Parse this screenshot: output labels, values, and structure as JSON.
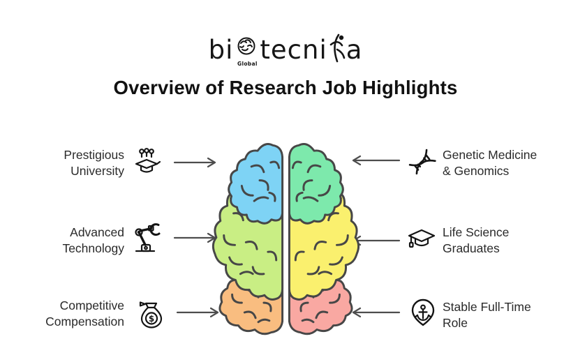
{
  "logo": {
    "part1": "bi",
    "part2": "tecni",
    "part3": "a",
    "subtext": "Global"
  },
  "title": "Overview of Research Job Highlights",
  "left_items": [
    {
      "line1": "Prestigious",
      "line2": "University",
      "icon": "university-icon"
    },
    {
      "line1": "Advanced",
      "line2": "Technology",
      "icon": "robot-arm-icon"
    },
    {
      "line1": "Competitive",
      "line2": "Compensation",
      "icon": "money-bag-icon"
    }
  ],
  "right_items": [
    {
      "line1": "Genetic Medicine",
      "line2": "& Genomics",
      "icon": "dna-icon"
    },
    {
      "line1": "Life Science",
      "line2": "Graduates",
      "icon": "graduation-cap-icon"
    },
    {
      "line1": "Stable Full-Time",
      "line2": "Role",
      "icon": "anchor-pin-icon"
    }
  ],
  "icons": {
    "dollar": "$"
  },
  "brain_colors": {
    "left_top": "#7ED3F5",
    "left_mid": "#C9EE84",
    "left_bottom": "#F9BD80",
    "right_top": "#7DE9AC",
    "right_mid": "#FAF06E",
    "right_bottom": "#F9A8A2",
    "outline": "#474747"
  }
}
